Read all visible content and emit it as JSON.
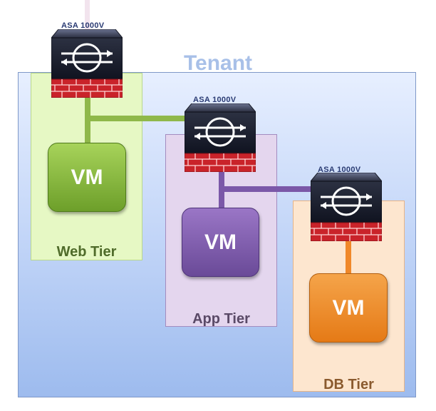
{
  "tenant": {
    "label": "Tenant"
  },
  "tiers": [
    {
      "id": "web",
      "label": "Web Tier",
      "vm_label": "VM",
      "firewall_label": "ASA 1000V",
      "color": "#8fb84a"
    },
    {
      "id": "app",
      "label": "App Tier",
      "vm_label": "VM",
      "firewall_label": "ASA 1000V",
      "color": "#7b58a8"
    },
    {
      "id": "db",
      "label": "DB Tier",
      "vm_label": "VM",
      "firewall_label": "ASA 1000V",
      "color": "#f0882a"
    }
  ],
  "icons": {
    "firewall": "asa-firewall-icon"
  }
}
